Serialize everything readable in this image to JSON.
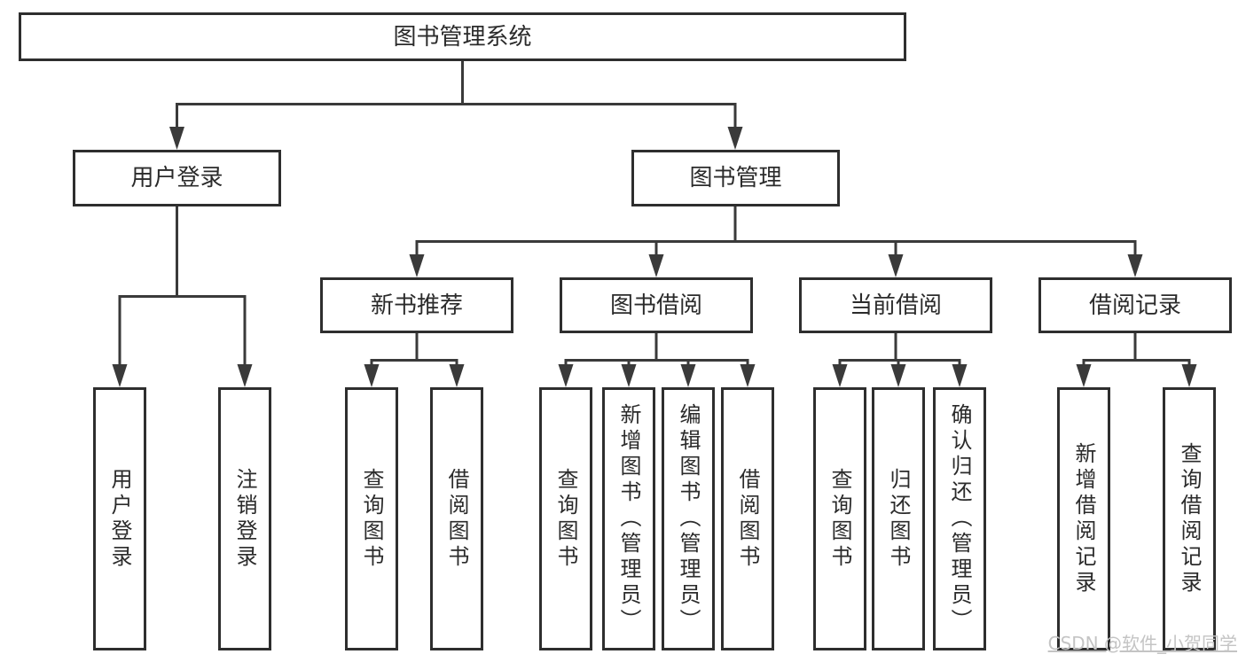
{
  "diagram": {
    "title": "图书管理系统",
    "branches": [
      {
        "label": "用户登录",
        "children": [
          {
            "label": "用户登录"
          },
          {
            "label": "注销登录"
          }
        ]
      },
      {
        "label": "图书管理",
        "children": [
          {
            "label": "新书推荐",
            "children": [
              {
                "label": "查询图书"
              },
              {
                "label": "借阅图书"
              }
            ]
          },
          {
            "label": "图书借阅",
            "children": [
              {
                "label": "查询图书"
              },
              {
                "label": "新增图书（管理员）"
              },
              {
                "label": "编辑图书（管理员）"
              },
              {
                "label": "借阅图书"
              }
            ]
          },
          {
            "label": "当前借阅",
            "children": [
              {
                "label": "查询图书"
              },
              {
                "label": "归还图书"
              },
              {
                "label": "确认归还（管理员）"
              }
            ]
          },
          {
            "label": "借阅记录",
            "children": [
              {
                "label": "新增借阅记录"
              },
              {
                "label": "查询借阅记录"
              }
            ]
          }
        ]
      }
    ]
  },
  "watermark": {
    "text": "CSDN @软件_小贺同学"
  },
  "colors": {
    "line": "#3a3a3a",
    "box_border": "#2e2e2e",
    "text": "#2b2b2b",
    "watermark": "#c4c4c4",
    "background": "#ffffff"
  }
}
